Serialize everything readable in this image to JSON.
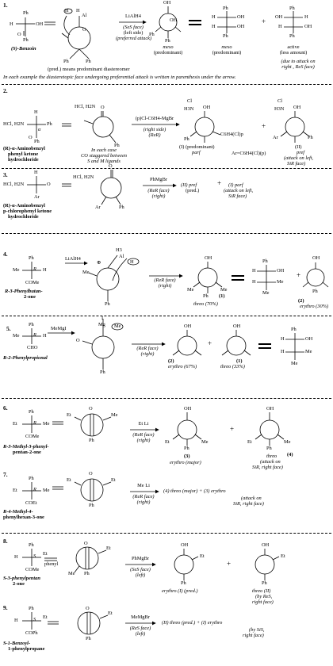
{
  "section1": {
    "number": "1.",
    "benzoin": {
      "ph": "Ph",
      "oh": "OH",
      "h": "H",
      "o": "O",
      "ph2": "Ph",
      "name": "(S)-Benzoin"
    },
    "al_complex": {
      "h_top": "H",
      "al": "Al",
      "h_left": "H",
      "o": "O",
      "ph1": "Ph",
      "ph2": "Ph"
    },
    "reagent": {
      "name": "LiAlH4",
      "face": "(SeS face)",
      "side": "(left side)",
      "attack": "(preferred attack)"
    },
    "product_main": {
      "oh1": "OH",
      "oh2": "OH",
      "ph1": "Ph",
      "ph2": "Ph",
      "label": "meso",
      "sub": "(predominant)"
    },
    "fischer_main": {
      "ph1": "Ph",
      "ph2": "Ph",
      "h1": "H",
      "oh1": "OH",
      "h2": "H",
      "oh2": "OH",
      "label": "meso",
      "sub": "(predominant)"
    },
    "plus": "+",
    "fischer_minor": {
      "ph1": "Ph",
      "ph2": "Ph",
      "oh1": "OH",
      "h1": "H",
      "h2": "H",
      "oh2": "OH",
      "label": "active",
      "sub": "(less amount)"
    },
    "minor_note": [
      "(due to attack on",
      "right , ReS face)"
    ],
    "pred_note": "(pred.) means predominant diastereomer",
    "note": "In each example the diasteretopic face undergoing preferential attack is written in parenthesis under the arrow."
  },
  "section2": {
    "number": "2.",
    "reactant": {
      "salt": "HCl, H2N",
      "h": "H",
      "alpha": "α",
      "ph": "Ph",
      "o": "O",
      "ph2": "Ph"
    },
    "name": [
      "(R)-α-Aminobenzyl",
      "phenyl ketone",
      "hydrochloride"
    ],
    "newman": {
      "salt": "HCl, H2N",
      "o": "O",
      "ph": "Ph"
    },
    "caption": [
      "In each case",
      "CO staggered between",
      "S and M ligands"
    ],
    "reagent": {
      "name": "(p)Cl-C6H4-MgBr",
      "side": "(right side)",
      "face": "(ReR)"
    },
    "prod1": {
      "cl": "Cl",
      "h3n": "H3N",
      "oh": "OH",
      "ph": "Ph",
      "ar": "C6H4(Cl)p",
      "label": "(I) (predominant)",
      "tag": "parf"
    },
    "plus": "+",
    "prod2": {
      "cl": "Cl",
      "h3n": "H3N",
      "oh": "OH",
      "ar": "Ar",
      "ph": "Ph",
      "label": "(II)",
      "tag": "pref",
      "note": [
        "(attack on left,",
        "SiR face)"
      ]
    },
    "ar_def": "Ar=C6H4(Cl)(p)"
  },
  "section3": {
    "number": "3.",
    "reactant": {
      "salt": "HCl, H2N",
      "h": "H",
      "ar": "Ar",
      "o": "O",
      "ph": "Ph"
    },
    "name": [
      "(R)-α-Aminobenzyl",
      "p-chlorophenyl ketone",
      "hydrochloride"
    ],
    "newman": {
      "salt": "HCl, H2N",
      "o": "O",
      "ar": "Ar",
      "ph": "Ph"
    },
    "reagent": {
      "name": "PhMgBr",
      "face": "(ReR face)",
      "side": "(right)"
    },
    "result": "(II) pref",
    "result_sub": "(pred.)",
    "plus": "+",
    "result2": "(I) parf",
    "result2_sub": [
      "(attack on left,",
      "SiR face)"
    ]
  },
  "section4": {
    "number": "4.",
    "reactant": {
      "ph": "Ph",
      "me": "Me",
      "r": "R",
      "h": "H",
      "come": "COMe"
    },
    "name": [
      "R-3-Phenylbutan-",
      "2-one"
    ],
    "reagent": "LiAlH4",
    "complex": {
      "h3": "H3",
      "al": "Al",
      "h": "H",
      "me": "Me",
      "ph": "Ph",
      "plus": "⊕"
    },
    "arrow": {
      "face": "(ReR face)",
      "side": "(right)"
    },
    "prod1": {
      "oh": "OH",
      "me1": "Me",
      "me2": "Me",
      "ph": "Ph",
      "num": "(1)",
      "label": "threo (70%)"
    },
    "fischer": {
      "ph": "Ph",
      "h1": "H",
      "h2": "H",
      "oh": "OH",
      "me1": "Me",
      "me2": "Me"
    },
    "plus": "+",
    "prod2": {
      "oh": "OH",
      "ph": "Ph",
      "num": "(2)",
      "label": "erythro (30%)"
    }
  },
  "section5": {
    "number": "5.",
    "reactant": {
      "ph": "Ph",
      "me": "Me",
      "r": "R",
      "h": "H",
      "cho": "CHO"
    },
    "name": "R-2-Phenylpropional",
    "reagent": "MeMgI",
    "complex": {
      "i": "I",
      "mg": "Mg",
      "me": "Me",
      "o": "O",
      "ph": "Ph"
    },
    "arrow": {
      "face": "(ReR face)",
      "side": "(right)"
    },
    "prod1": {
      "oh": "OH",
      "num": "(2)",
      "label": "erythro (67%)"
    },
    "plus": "+",
    "prod2": {
      "oh": "OH",
      "num": "(1)",
      "label": "threo (33%)"
    },
    "fischer": {
      "ph": "Ph",
      "h1": "H",
      "h2": "H",
      "oh": "OH",
      "me1": "Me",
      "me2": "Me"
    }
  },
  "section6": {
    "number": "6.",
    "reactant": {
      "ph": "Ph",
      "et": "Et",
      "me": "Me",
      "r": "R",
      "come": "COMe"
    },
    "name": [
      "R-3-Methyl-3-phenyl-",
      "pentan-2-one"
    ],
    "newman": {
      "et": "Et",
      "o": "O",
      "me": "Me",
      "ph": "Ph"
    },
    "reagent": {
      "name": "Et Li",
      "face": "(ReR face)",
      "side": "(right)"
    },
    "prod1": {
      "oh": "OH",
      "et": "Et",
      "me": "Me",
      "ph": "Ph",
      "num": "(3)",
      "label": "erythro (major)"
    },
    "plus": "+",
    "prod2": {
      "oh": "OH",
      "et": "Et",
      "me": "Me",
      "ph": "Ph",
      "num": "(4)",
      "label": "threo",
      "note": [
        "(attack on",
        "SiR, right face)"
      ]
    }
  },
  "section7": {
    "number": "7.",
    "reactant": {
      "ph": "Ph",
      "et": "Et",
      "me": "Me",
      "r": "R",
      "coet": "COEt"
    },
    "name": [
      "R-4-Methyl-4-",
      "phenylhexan-3-one"
    ],
    "newman": {
      "et": "Et",
      "o": "O",
      "et2": "Et",
      "ph": "Ph"
    },
    "reagent": {
      "name": "Me Li",
      "face": "(ReR face)",
      "side": "(right)"
    },
    "result": "(4) threo (major) + (3) erythro",
    "note": [
      "(attack on",
      "SiR, right face)"
    ]
  },
  "section8": {
    "number": "8.",
    "reactant": {
      "ph": "Ph",
      "h": "H",
      "s": "S",
      "et": "Et",
      "come": "COMe"
    },
    "phenyl": "phenyl",
    "name": [
      "S-3-phenylpentan",
      "2-one"
    ],
    "newman": {
      "o": "O",
      "et": "Et",
      "me": "Me",
      "ph": "Ph"
    },
    "reagent": {
      "name": "PhMgBr",
      "face": "(SeS face)",
      "side": "(left)"
    },
    "prod1": {
      "oh": "OH",
      "et": "Et",
      "ph": "Ph",
      "label": "erythro (I) (pred.)"
    },
    "plus": "+",
    "prod2": {
      "oh": "OH",
      "et": "Et",
      "ph": "Ph",
      "label": "threo (II)",
      "note": [
        "(by ReS,",
        "right face)"
      ]
    }
  },
  "section9": {
    "number": "9.",
    "reactant": {
      "ph": "Ph",
      "h": "H",
      "s": "S",
      "et": "Et",
      "coph": "COPh"
    },
    "name": [
      "S-1-Benzoyl-",
      "1-phenylpropane"
    ],
    "newman": {
      "o": "O",
      "et": "Et",
      "ph": "Ph"
    },
    "reagent": {
      "name": "MeMgBr",
      "face": "(ReS face)",
      "side": "(left)"
    },
    "result": "(II) threo (pred.) + (I) erythro",
    "note": [
      "(by SiS,",
      "right face)"
    ]
  }
}
